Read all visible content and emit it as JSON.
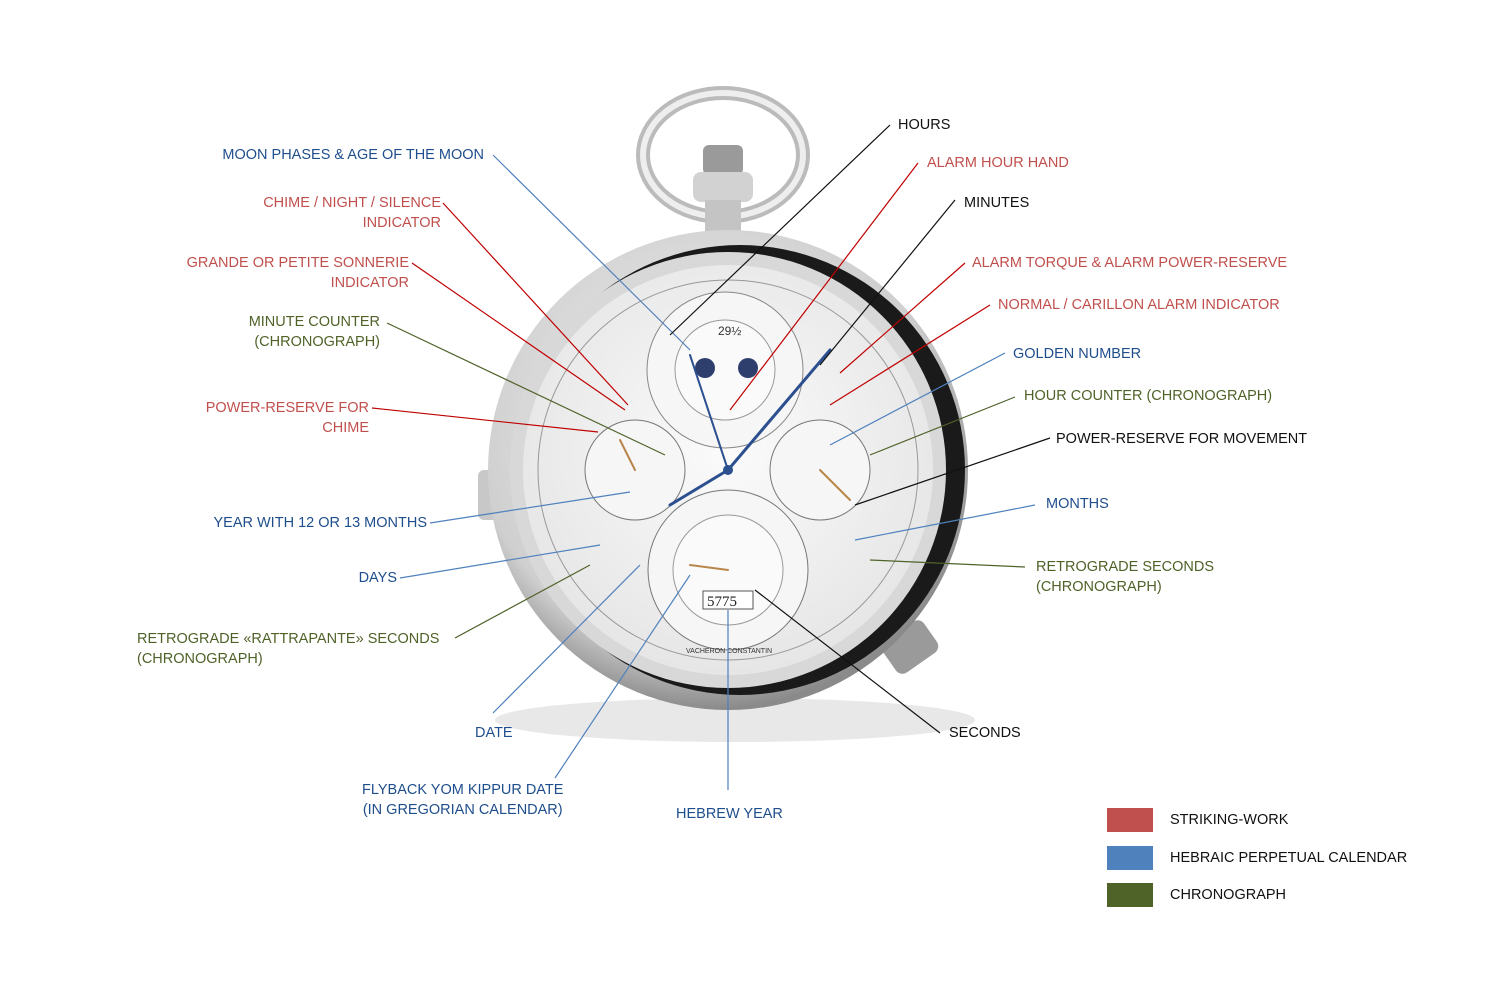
{
  "colors": {
    "striking": "#c0504d",
    "hebraic": "#4f81bd",
    "chronograph": "#4f6228",
    "neutral": "#111111"
  },
  "labels": {
    "moon_phases": "MOON PHASES & AGE OF THE MOON",
    "chime_indicator_1": "CHIME / NIGHT / SILENCE",
    "chime_indicator_2": "INDICATOR",
    "sonnerie_1": "GRANDE OR PETITE SONNERIE",
    "sonnerie_2": "INDICATOR",
    "minute_counter_1": "MINUTE COUNTER",
    "minute_counter_2": "(CHRONOGRAPH)",
    "power_chime_1": "POWER-RESERVE FOR",
    "power_chime_2": "CHIME",
    "year_months": "YEAR WITH 12 OR 13 MONTHS",
    "days": "DAYS",
    "rattrapante_1": "RETROGRADE «RATTRAPANTE» SECONDS",
    "rattrapante_2": "(CHRONOGRAPH)",
    "date": "DATE",
    "yom_kippur_1": "FLYBACK YOM KIPPUR DATE",
    "yom_kippur_2": "(IN GREGORIAN CALENDAR)",
    "hebrew_year": "HEBREW YEAR",
    "seconds": "SECONDS",
    "hours": "HOURS",
    "alarm_hour_hand": "ALARM HOUR HAND",
    "minutes": "MINUTES",
    "alarm_torque": "ALARM TORQUE & ALARM POWER-RESERVE",
    "carillon": "NORMAL / CARILLON ALARM INDICATOR",
    "golden_number": "GOLDEN NUMBER",
    "hour_counter": "HOUR COUNTER (CHRONOGRAPH)",
    "power_movement": "POWER-RESERVE FOR MOVEMENT",
    "months": "MONTHS",
    "retro_seconds_1": "RETROGRADE SECONDS",
    "retro_seconds_2": "(CHRONOGRAPH)"
  },
  "legend": [
    {
      "label": "STRIKING-WORK",
      "color": "#c0504d"
    },
    {
      "label": "HEBRAIC PERPETUAL CALENDAR",
      "color": "#4f81bd"
    },
    {
      "label": "CHRONOGRAPH",
      "color": "#4f6228"
    }
  ],
  "watch": {
    "brand": "VACHERON CONSTANTIN",
    "year_display": "5775",
    "moon_age": "29½"
  }
}
